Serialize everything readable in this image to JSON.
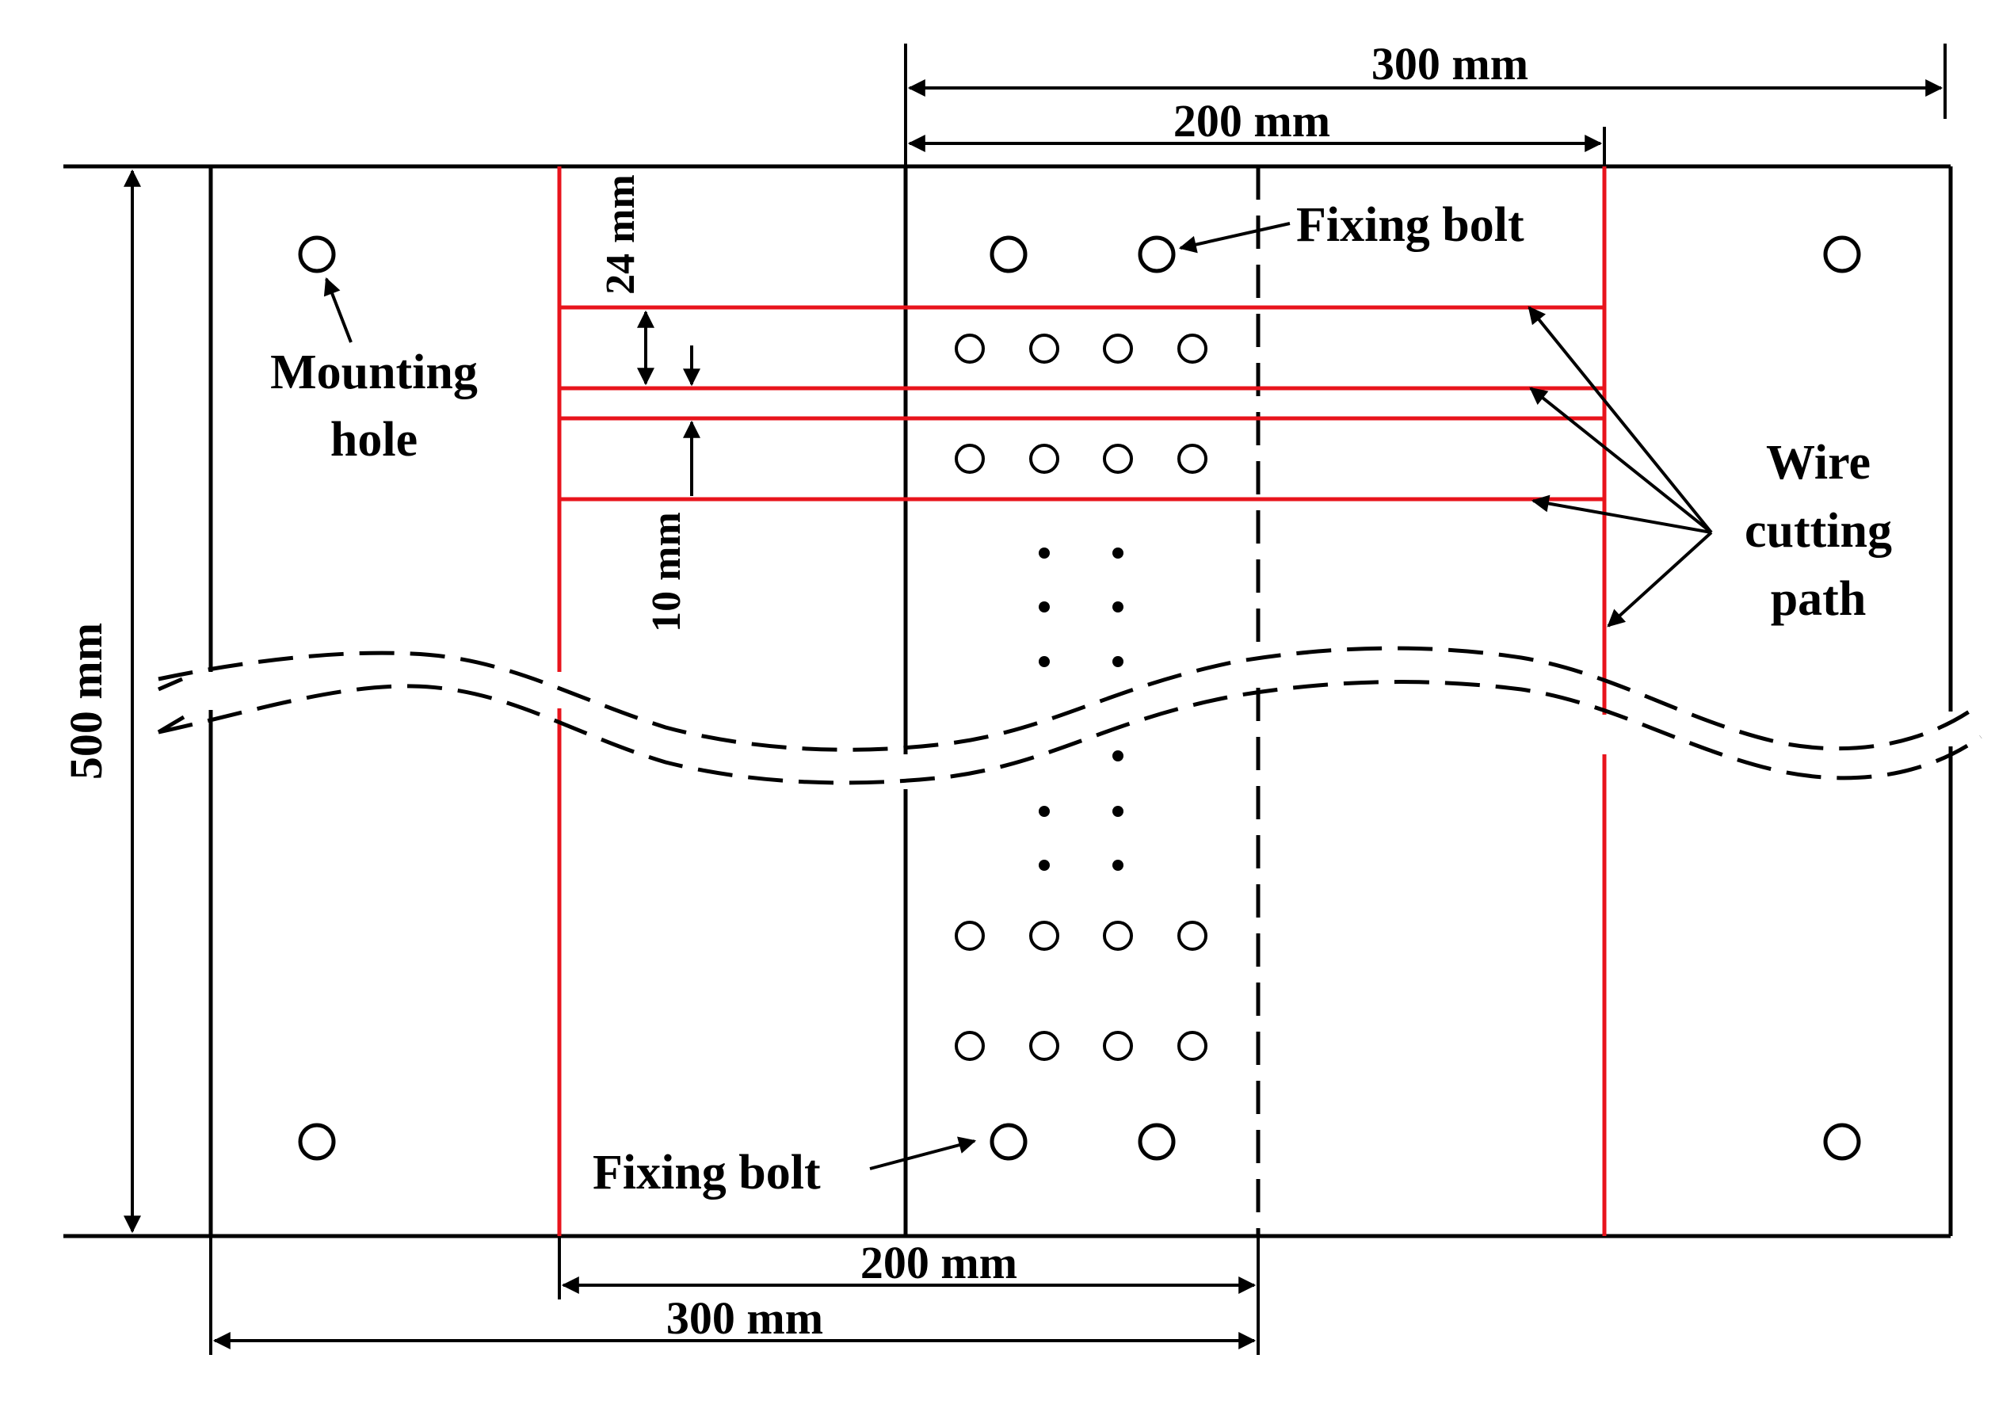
{
  "colors": {
    "outline": "#000000",
    "wire_cutting_path": "#e8141c",
    "background": "#ffffff"
  },
  "dimensions": {
    "top_outer": "300 mm",
    "top_inner": "200 mm",
    "bottom_inner": "200 mm",
    "bottom_outer": "300 mm",
    "height": "500 mm",
    "slot_gap": "24 mm",
    "slot_width": "10 mm"
  },
  "labels": {
    "fixing_bolt_top": "Fixing bolt",
    "fixing_bolt_bottom": "Fixing bolt",
    "mounting_hole_line1": "Mounting",
    "mounting_hole_line2": "hole",
    "wire_line1": "Wire",
    "wire_line2": "cutting",
    "wire_line3": "path"
  },
  "icons": {
    "hole": "circle-hole-icon",
    "continuation": "vertical-ellipsis-dots-icon",
    "break": "wavy-break-line-icon"
  }
}
